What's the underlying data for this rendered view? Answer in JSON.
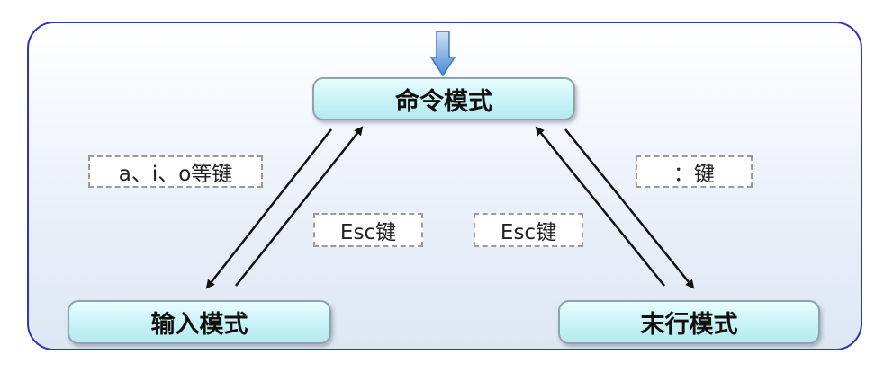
{
  "modes": {
    "command": "命令模式",
    "insert": "输入模式",
    "last_line": "末行模式"
  },
  "keys": {
    "to_insert": "a、i、o等键",
    "esc_left": "Esc键",
    "esc_right": "Esc键",
    "to_last_line": "：键"
  },
  "colors": {
    "frame_border": "#2d37b8",
    "mode_fill": "#c7f2f7",
    "entry_arrow": "#5b9bdc",
    "arrow": "#111111"
  }
}
